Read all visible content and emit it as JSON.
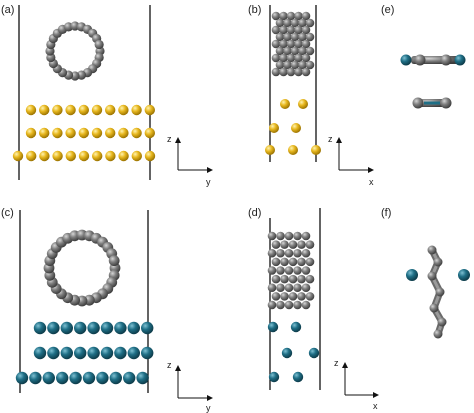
{
  "panels": [
    {
      "label": "(a)"
    },
    {
      "label": "(b)"
    },
    {
      "label": "(e)"
    },
    {
      "label": "(c)"
    },
    {
      "label": "(d)"
    },
    {
      "label": "(f)"
    }
  ],
  "axes": {
    "a": {
      "vertical": "z",
      "horizontal": "y"
    },
    "b": {
      "vertical": "z",
      "horizontal": "x"
    },
    "c": {
      "vertical": "z",
      "horizontal": "y"
    },
    "d": {
      "vertical": "z",
      "horizontal": "x"
    }
  },
  "colors": {
    "carbon": "#7a7a7a",
    "gold_atom": "#e8b81f",
    "teal_atom": "#1f6f86",
    "frame_line": "#111111"
  }
}
